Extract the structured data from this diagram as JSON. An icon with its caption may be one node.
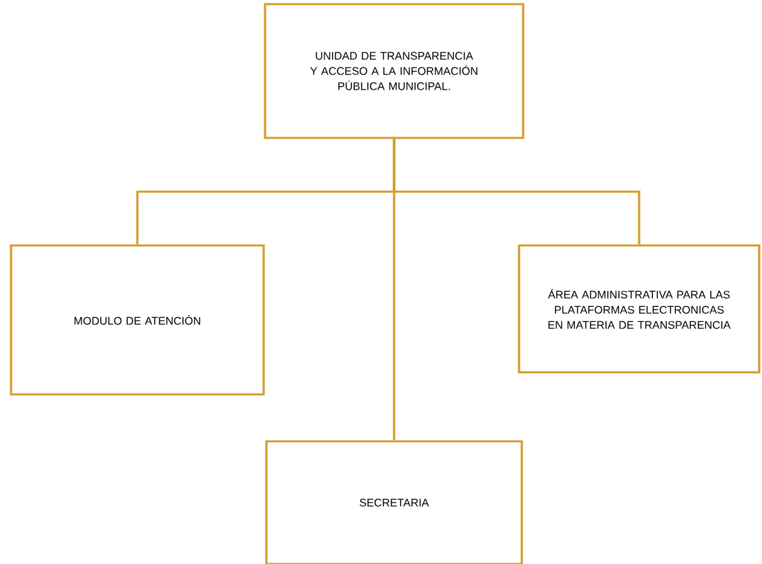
{
  "diagram": {
    "nodes": [
      {
        "text": [
          "UNIDAD DE TRANSPARENCIA Y ACCESO A LA INFORMACIÓN PÚBLICA MUNICIPAL."
        ]
      },
      {
        "text": [
          "MODULO DE ATENCIÓN"
        ]
      },
      {
        "text": [
          "ÁREA ADMINISTRATIVA PARA LAS PLATAFORMAS ELECTRONICAS EN MATERIA DE TRANSPARENCIA"
        ]
      },
      {
        "text": [
          "SECRETARIA"
        ]
      }
    ],
    "edges": [
      {
        "from": 0,
        "to": 1,
        "arrow": "none"
      },
      {
        "from": 0,
        "to": 2,
        "arrow": "none"
      },
      {
        "from": 0,
        "to": 3,
        "arrow": "none"
      }
    ]
  }
}
